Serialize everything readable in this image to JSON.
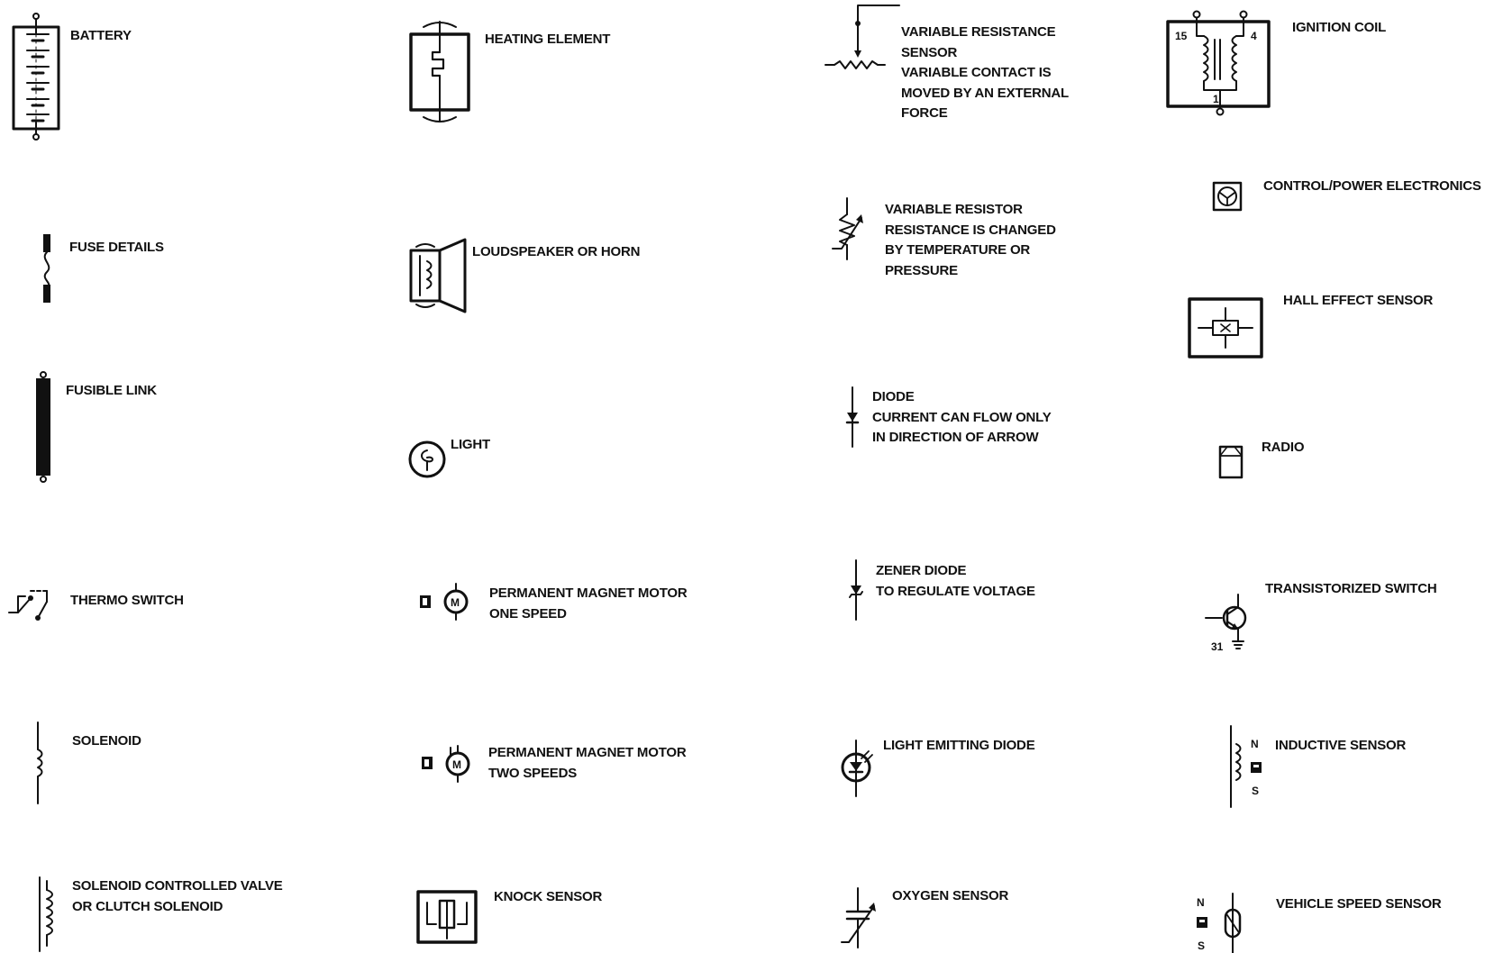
{
  "legend": {
    "battery": {
      "lines": [
        "BATTERY"
      ]
    },
    "fuse": {
      "lines": [
        "FUSE DETAILS"
      ]
    },
    "fusible_link": {
      "lines": [
        "FUSIBLE LINK"
      ]
    },
    "thermo_switch": {
      "lines": [
        "THERMO SWITCH"
      ]
    },
    "solenoid": {
      "lines": [
        "SOLENOID"
      ]
    },
    "solenoid_valve": {
      "lines": [
        "SOLENOID CONTROLLED VALVE",
        "OR CLUTCH SOLENOID"
      ]
    },
    "heating_element": {
      "lines": [
        "HEATING ELEMENT"
      ]
    },
    "loudspeaker": {
      "lines": [
        "LOUDSPEAKER OR HORN"
      ]
    },
    "light": {
      "lines": [
        "LIGHT"
      ]
    },
    "motor_one": {
      "lines": [
        "PERMANENT MAGNET MOTOR",
        "ONE SPEED"
      ]
    },
    "motor_two": {
      "lines": [
        "PERMANENT MAGNET MOTOR",
        "TWO SPEEDS"
      ]
    },
    "knock_sensor": {
      "lines": [
        "KNOCK SENSOR"
      ]
    },
    "var_res_sensor": {
      "lines": [
        "VARIABLE RESISTANCE",
        "SENSOR",
        "VARIABLE CONTACT IS",
        "MOVED BY AN EXTERNAL",
        "FORCE"
      ]
    },
    "var_resistor": {
      "lines": [
        "VARIABLE RESISTOR",
        "RESISTANCE IS CHANGED",
        "BY TEMPERATURE OR",
        "PRESSURE"
      ]
    },
    "diode": {
      "lines": [
        "DIODE",
        "CURRENT CAN FLOW ONLY",
        "IN DIRECTION OF ARROW"
      ]
    },
    "zener": {
      "lines": [
        "ZENER DIODE",
        "TO REGULATE VOLTAGE"
      ]
    },
    "led": {
      "lines": [
        "LIGHT EMITTING DIODE"
      ]
    },
    "oxygen": {
      "lines": [
        "OXYGEN SENSOR"
      ]
    },
    "ignition_coil": {
      "lines": [
        "IGNITION COIL"
      ],
      "pins": [
        "15",
        "4",
        "1"
      ]
    },
    "control_power": {
      "lines": [
        "CONTROL/POWER ELECTRONICS"
      ]
    },
    "hall": {
      "lines": [
        "HALL EFFECT SENSOR"
      ]
    },
    "radio": {
      "lines": [
        "RADIO"
      ]
    },
    "transistor": {
      "lines": [
        "TRANSISTORIZED SWITCH"
      ],
      "ground_label": "31"
    },
    "inductive": {
      "lines": [
        "INDUCTIVE SENSOR"
      ],
      "pole_n": "N",
      "pole_s": "S"
    },
    "vss": {
      "lines": [
        "VEHICLE SPEED SENSOR"
      ],
      "pole_n": "N",
      "pole_s": "S"
    }
  }
}
